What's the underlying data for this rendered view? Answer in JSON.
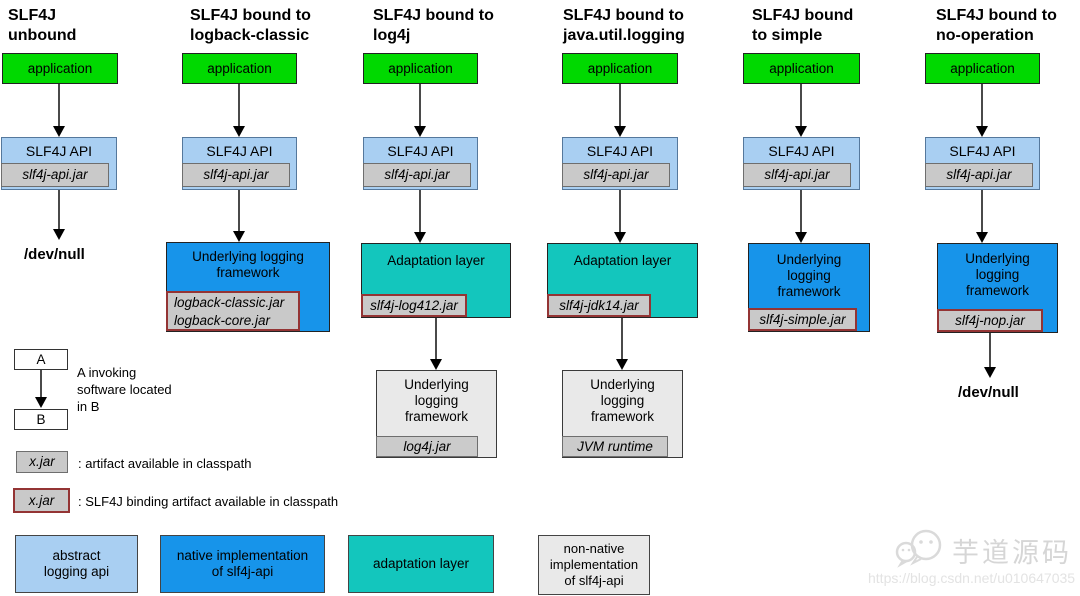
{
  "diagram": {
    "columns": [
      {
        "title": [
          "SLF4J",
          "unbound"
        ],
        "app_label": "application",
        "api_label": "SLF4J API",
        "api_jar": "slf4j-api.jar",
        "sink_label": "/dev/null"
      },
      {
        "title": [
          "SLF4J bound to",
          "logback-classic"
        ],
        "app_label": "application",
        "api_label": "SLF4J API",
        "api_jar": "slf4j-api.jar",
        "framework_lines": [
          "Underlying logging",
          "framework"
        ],
        "framework_jar_lines": [
          "logback-classic.jar",
          "logback-core.jar"
        ]
      },
      {
        "title": [
          "SLF4J bound to",
          "log4j"
        ],
        "app_label": "application",
        "api_label": "SLF4J API",
        "api_jar": "slf4j-api.jar",
        "adaptation_label": "Adaptation layer",
        "adaptation_jar": "slf4j-log412.jar",
        "framework_lines": [
          "Underlying",
          "logging",
          "framework"
        ],
        "framework_jar": "log4j.jar"
      },
      {
        "title": [
          "SLF4J bound to",
          "java.util.logging"
        ],
        "app_label": "application",
        "api_label": "SLF4J API",
        "api_jar": "slf4j-api.jar",
        "adaptation_label": "Adaptation layer",
        "adaptation_jar": "slf4j-jdk14.jar",
        "framework_lines": [
          "Underlying",
          "logging",
          "framework"
        ],
        "framework_jar": "JVM runtime"
      },
      {
        "title": [
          "SLF4J bound",
          "to simple"
        ],
        "app_label": "application",
        "api_label": "SLF4J API",
        "api_jar": "slf4j-api.jar",
        "framework_lines": [
          "Underlying",
          "logging",
          "framework"
        ],
        "framework_jar": "slf4j-simple.jar"
      },
      {
        "title": [
          "SLF4J bound to",
          "no-operation"
        ],
        "app_label": "application",
        "api_label": "SLF4J API",
        "api_jar": "slf4j-api.jar",
        "framework_lines": [
          "Underlying",
          "logging",
          "framework"
        ],
        "framework_jar": "slf4j-nop.jar",
        "sink_label": "/dev/null"
      }
    ]
  },
  "legend": {
    "a_label": "A",
    "b_label": "B",
    "invoke_lines": [
      "A invoking",
      "software located",
      "in B"
    ],
    "jar_sample": "x.jar",
    "artifact_text": ": artifact available in classpath",
    "binding_text": ": SLF4J binding artifact available in classpath",
    "key_boxes": [
      {
        "lines": [
          "abstract",
          "logging api"
        ]
      },
      {
        "lines": [
          "native implementation",
          "of slf4j-api"
        ]
      },
      {
        "lines": [
          "adaptation layer"
        ]
      },
      {
        "lines": [
          "non-native",
          "implementation",
          "of slf4j-api"
        ]
      }
    ]
  },
  "watermark": {
    "brand": "芋道源码",
    "url": "https://blog.csdn.net/u010647035"
  },
  "colors": {
    "application_green": "#00d900",
    "api_light_blue": "#a9cff2",
    "native_blue": "#1794ea",
    "adaptation_teal": "#13c6bd",
    "artifact_gray": "#c9c9c9",
    "binding_border_red": "#943434",
    "framework_gray": "#e9e9e9"
  }
}
